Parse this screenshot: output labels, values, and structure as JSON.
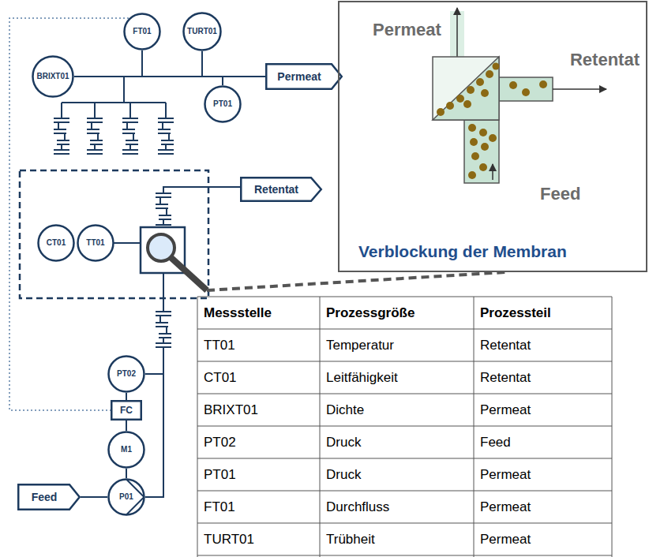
{
  "diagram": {
    "nodes": [
      {
        "text": [
          "FT01"
        ]
      },
      {
        "text": [
          "TURT01"
        ]
      },
      {
        "text": [
          "BRIXT01"
        ]
      },
      {
        "text": [
          "Permeat"
        ]
      },
      {
        "text": [
          "PT01"
        ]
      },
      {
        "text": [
          "Permeat",
          "Retentat",
          "Feed",
          "Verblockung der Membran"
        ]
      },
      {
        "text": [
          "Retentat"
        ]
      },
      {
        "text": [
          "CT01"
        ]
      },
      {
        "text": [
          "TT01"
        ]
      },
      {
        "text": [
          "PT02"
        ]
      },
      {
        "text": [
          "FC"
        ]
      },
      {
        "text": [
          "M1"
        ]
      },
      {
        "text": [
          "Feed"
        ]
      },
      {
        "text": [
          "P01"
        ]
      }
    ],
    "edges": [
      {
        "from": 0,
        "to": 3,
        "arrow": "none"
      },
      {
        "from": 1,
        "to": 3,
        "arrow": "none"
      },
      {
        "from": 2,
        "to": 3,
        "arrow": "none"
      },
      {
        "from": 4,
        "to": 3,
        "arrow": "none"
      },
      {
        "from": 0,
        "to": 10,
        "arrow": "none"
      },
      {
        "from": 9,
        "to": 10,
        "arrow": "none"
      },
      {
        "from": 10,
        "to": 11,
        "arrow": "none"
      },
      {
        "from": 11,
        "to": 13,
        "arrow": "none"
      },
      {
        "from": 12,
        "to": 13,
        "arrow": "none"
      },
      {
        "from": 13,
        "to": 9,
        "arrow": "none"
      }
    ],
    "labels": [
      "Messstelle",
      "Prozessgröße",
      "Prozessteil",
      "TT01",
      "Temperatur",
      "Retentat",
      "CT01",
      "Leitfähigkeit",
      "Retentat",
      "BRIXT01",
      "Dichte",
      "Permeat",
      "PT02",
      "Druck",
      "Feed",
      "PT01",
      "Druck",
      "Permeat",
      "FT01",
      "Durchfluss",
      "Permeat",
      "TURT01",
      "Trübheit",
      "Permeat"
    ]
  }
}
